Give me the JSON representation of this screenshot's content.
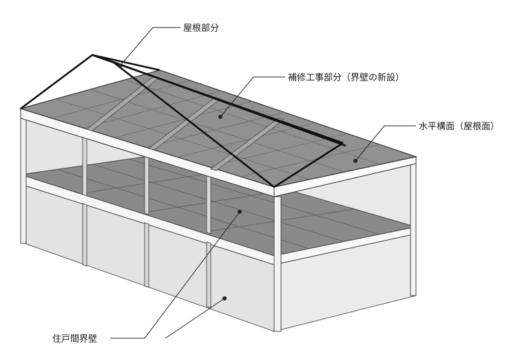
{
  "labels": {
    "roof_part": "屋根部分",
    "repair_part": "補修工事部分（界壁の新設）",
    "horizontal_plane": "水平構面（屋根面）",
    "party_wall": "住戸間界壁"
  },
  "colors": {
    "wall_face": "#e2e2e2",
    "wall_front": "#f0f0f0",
    "slab_edge": "#f4f4f4",
    "roof_panel": "#8f8f8f",
    "floor_panel": "#7d7d7d",
    "outline": "#333333",
    "roof_frame": "#111111"
  }
}
